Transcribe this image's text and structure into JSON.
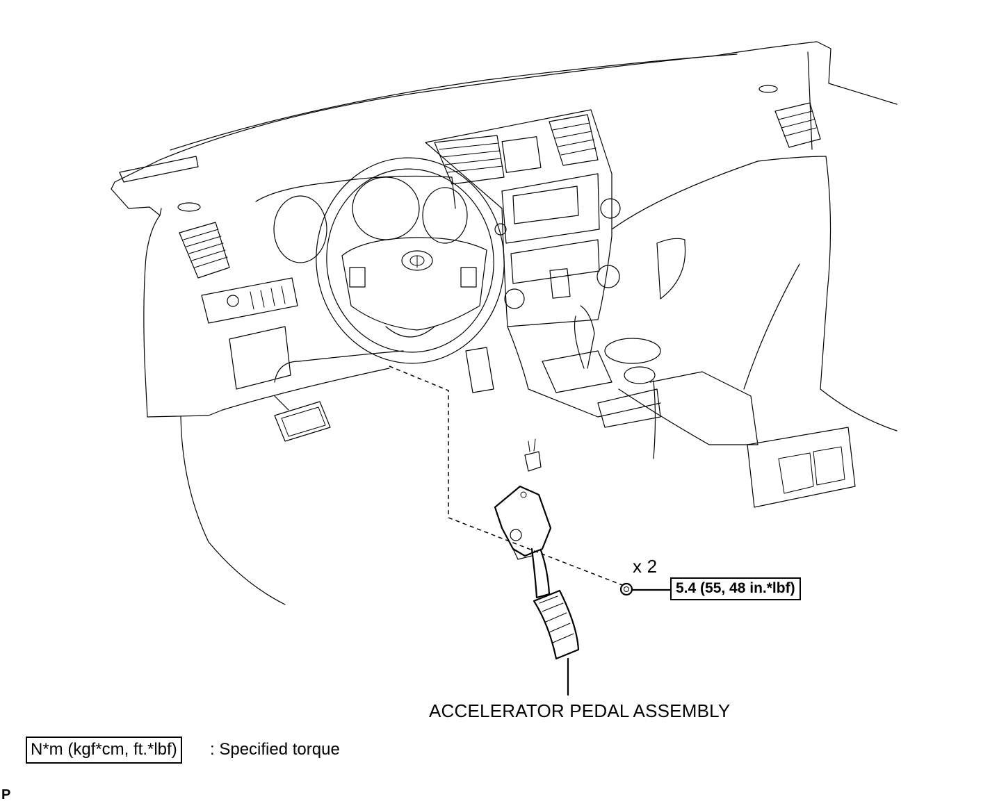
{
  "callouts": {
    "quantity": "x 2",
    "torque_value": "5.4 (55, 48 in.*lbf)",
    "part_label": "ACCELERATOR PEDAL ASSEMBLY"
  },
  "legend": {
    "unit_box": "N*m (kgf*cm, ft.*lbf)",
    "description": ": Specified torque"
  },
  "corner_mark": "P"
}
